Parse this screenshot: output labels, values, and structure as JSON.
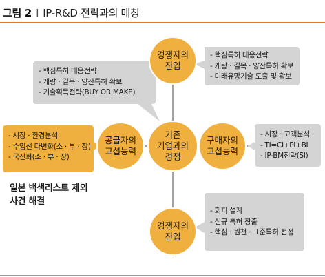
{
  "header": {
    "figure_label": "그림 2",
    "separator": "I",
    "title": "IP-R&D 전략과의 매칭"
  },
  "colors": {
    "accent": "#e87722",
    "circle_fill": "#f0b040",
    "circle_stroke": "#ffffff",
    "callout_gray": "#d4d4d4",
    "callout_yellow": "#f0b040"
  },
  "nodes": {
    "center": "기존\n기업과의\n경쟁",
    "top": "경쟁자의\n진입",
    "bottom": "경쟁자의\n진입",
    "left": "공급자의\n교섭능력",
    "right": "구매자의\n교섭능력"
  },
  "callouts": {
    "top_right": [
      "핵심특허 대응전략",
      "개량 · 길목 · 양산특허 확보",
      "미래유망기술 도출 및 확보"
    ],
    "top_left": [
      "핵심특허 대응전략",
      "개량 · 길목 · 양산특허 확보",
      "기술획득전략(BUY OR MAKE)"
    ],
    "left": [
      "시장 · 환경분석",
      "수입선 다변화(소 · 부 · 장)",
      "국산화(소 · 부 · 장)"
    ],
    "right": [
      "시장 · 고객분석",
      "TI=CI+PI+BI",
      "IP-BM전략(SI)"
    ],
    "bottom_right": [
      "회피 설계",
      "신규 특허 창출",
      "핵심 · 원천 · 표준특허 선점"
    ]
  },
  "note": [
    "일본 백색리스트 제외",
    "사건 해결"
  ]
}
